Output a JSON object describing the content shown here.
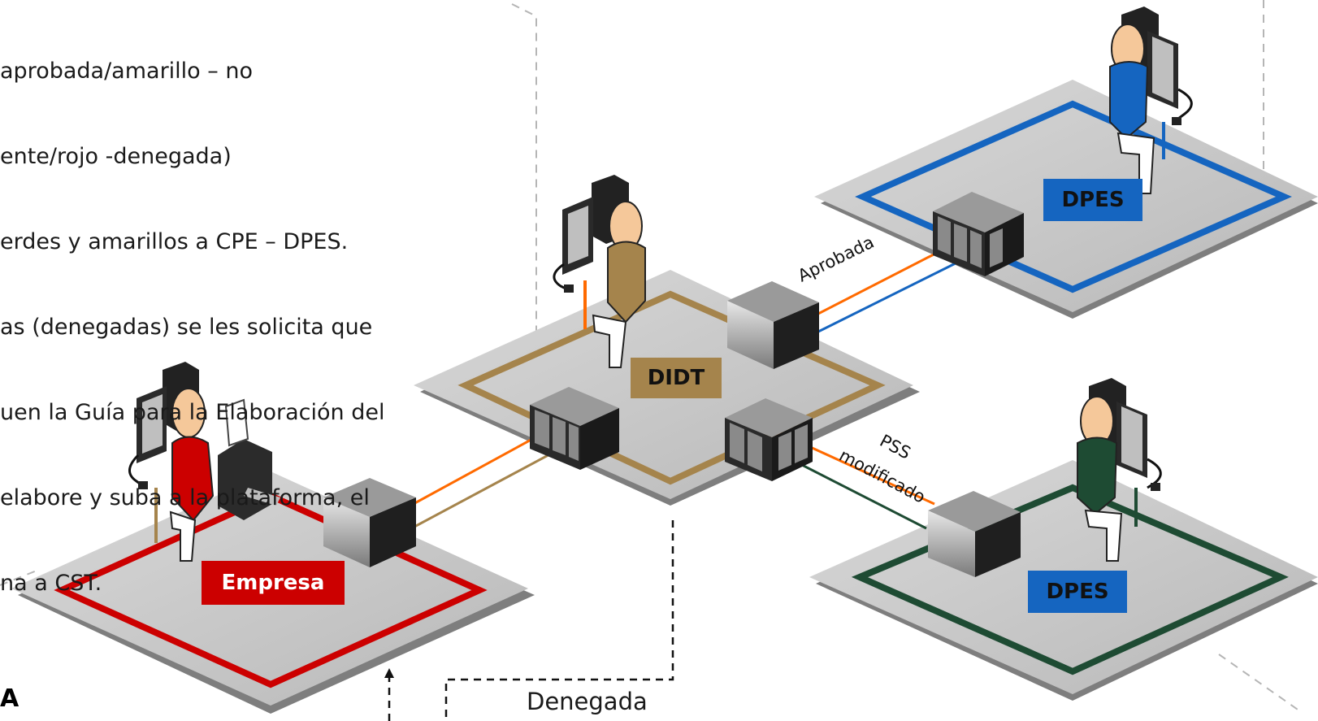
{
  "note_lines": [
    "aprobada/amarillo – no",
    "ente/rojo -denegada)",
    "erdes y amarillos a CPE – DPES.",
    "as (denegadas) se les solicita que",
    "uen la Guía para la Elaboración del",
    "elabore y suba a la plataforma, el",
    "na a CST."
  ],
  "nodes": {
    "empresa": {
      "label": "Empresa",
      "color": "#cc0000",
      "text_color": "#ffffff"
    },
    "didt": {
      "label": "DIDT",
      "color": "#a5844c",
      "text_color": "#111111"
    },
    "dpes_top": {
      "label": "DPES",
      "color": "#1565c0",
      "text_color": "#111111"
    },
    "dpes_bottom": {
      "label": "DPES",
      "color": "#1565c0",
      "text_color": "#111111"
    }
  },
  "edges": {
    "aprobada": "Aprobada",
    "pss_line1": "PSS",
    "pss_line2": "modificado",
    "denegada": "Denegada"
  },
  "corner_letter": "A",
  "colors": {
    "orange_link": "#ff6a00",
    "blue_link": "#1565c0",
    "brown_link": "#a5844c",
    "green_link": "#1e4b33",
    "platform": "#c8c8c8"
  }
}
